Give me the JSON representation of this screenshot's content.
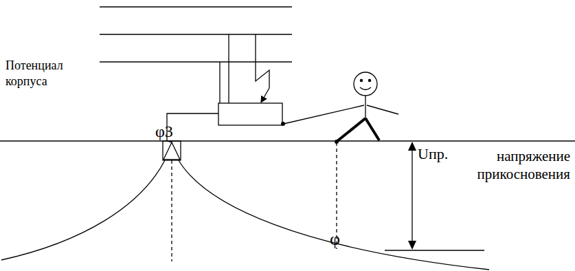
{
  "diagram": {
    "labels": [
      "Потенциал корпуса",
      "φ3",
      "Uпр.",
      "напряжение прикосновения",
      "φ"
    ]
  }
}
